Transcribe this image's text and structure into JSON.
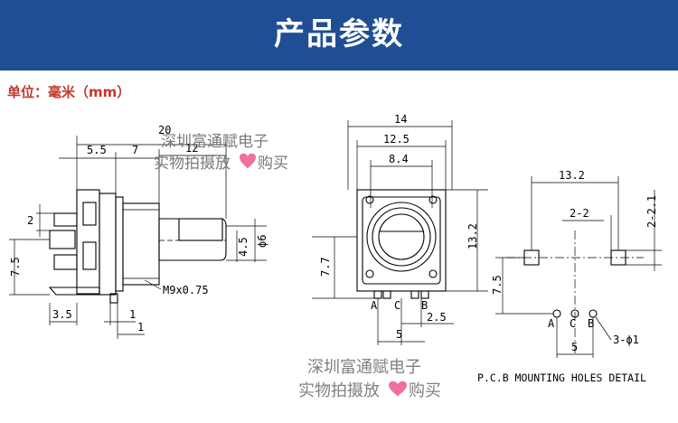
{
  "banner": {
    "title": "产品参数",
    "color": "#1f4e95"
  },
  "unit_label": "单位：毫米（mm）",
  "side_view": {
    "dims": {
      "d20": "20",
      "d12": "12",
      "d55": "5.5",
      "d7": "7",
      "d2": "2",
      "d75": "7.5",
      "d45": "4.5",
      "dphi6": "ϕ6",
      "d35": "3.5",
      "d1a": "1",
      "d1b": "1",
      "thread": "M9x0.75"
    }
  },
  "front_view": {
    "dims": {
      "d14": "14",
      "d125": "12.5",
      "d84": "8.4",
      "d132": "13.2",
      "d77": "7.7",
      "d25": "2.5",
      "d5": "5",
      "pinA": "A",
      "pinC": "C",
      "pinB": "B"
    }
  },
  "pcb_view": {
    "dims": {
      "d132": "13.2",
      "d22": "2-2",
      "d221": "2-2.1",
      "d75": "7.5",
      "d5": "5",
      "holes": "3-ϕ1",
      "pinA": "A",
      "pinC": "C",
      "pinB": "B"
    },
    "caption": "P.C.B MOUNTING HOLES DETAIL"
  },
  "watermark": {
    "line1": "深圳富通赋电子",
    "line2a": "实物拍摄放",
    "line2b": "购买",
    "heart_color": "#f06ea0"
  }
}
